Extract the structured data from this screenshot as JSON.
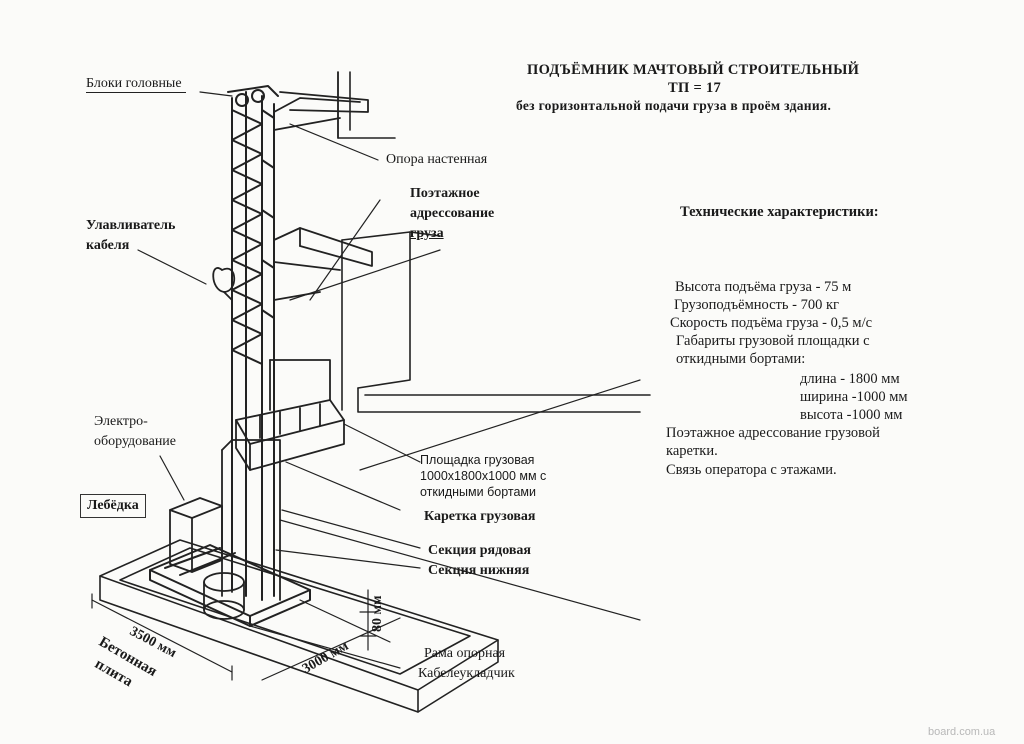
{
  "header": {
    "title": "ПОДЪЁМНИК МАЧТОВЫЙ СТРОИТЕЛЬНЫЙ",
    "model": "ТП = 17",
    "subtitle": "без горизонтальной подачи груза в проём здания."
  },
  "specs": {
    "heading": "Технические характеристики:",
    "lift_height": "Высота подъёма груза - 75 м",
    "capacity": "Грузоподъёмность - 700 кг",
    "speed": "Скорость подъёма груза - 0,5 м/с",
    "platform_dims_1": "Габариты грузовой площадки с",
    "platform_dims_2": "откидными бортами:",
    "length": "длина -  1800 мм",
    "width": "ширина -1000 мм",
    "height": "высота -1000 мм",
    "note_1a": "Поэтажное адрессование грузовой",
    "note_1b": "каретки.",
    "note_2": "Связь оператора с этажами."
  },
  "labels": {
    "head_blocks": "Блоки головные",
    "wall_support": "Опора настенная",
    "floor_addr_1": "Поэтажное",
    "floor_addr_2": "адрессование",
    "floor_addr_3": "груза",
    "cable_catcher_1": "Улавливатель",
    "cable_catcher_2": "кабеля",
    "electrical_1": "Электро-",
    "electrical_2": "оборудование",
    "winch": "Лебёдка",
    "platform": "Площадка грузовая\n1000х1800х1000 мм с\nоткидными бортами",
    "carriage": "Каретка грузовая",
    "section_regular": "Секция рядовая",
    "section_bottom": "Секция нижняя",
    "base_frame": "Рама опорная",
    "cable_layer": "Кабелеукладчик",
    "dim_3500": "3500 мм",
    "dim_3000": "3000 мм",
    "dim_80": "80 мм",
    "concrete_1": "Бетонная",
    "concrete_2": "плита"
  },
  "watermark": "board.com.ua"
}
